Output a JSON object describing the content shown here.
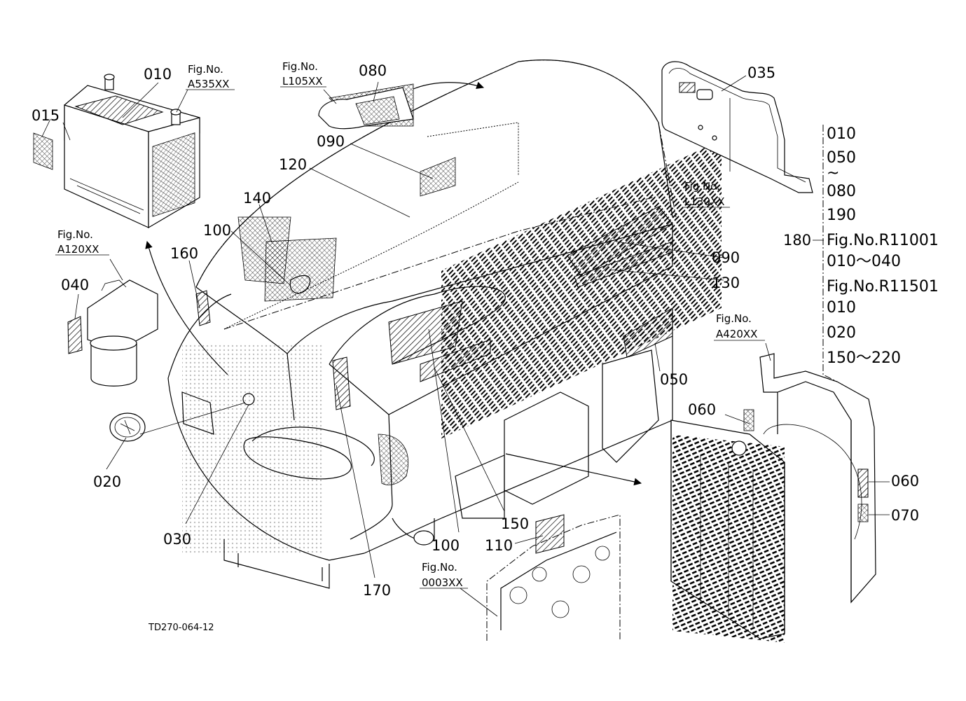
{
  "diagram": {
    "drawing_code": "TD270-064-12",
    "callouts": {
      "c010": "010",
      "c015": "015",
      "c020": "020",
      "c030": "030",
      "c035": "035",
      "c040": "040",
      "c050": "050",
      "c060a": "060",
      "c060b": "060",
      "c070": "070",
      "c080": "080",
      "c090a": "090",
      "c090b": "090",
      "c100a": "100",
      "c100b": "100",
      "c110": "110",
      "c120": "120",
      "c130": "130",
      "c140": "140",
      "c150": "150",
      "c160": "160",
      "c170": "170",
      "c180": "180"
    },
    "fig_refs": {
      "a535": {
        "label": "Fig.No.",
        "code": "A535XX"
      },
      "l105": {
        "label": "Fig.No.",
        "code": "L105XX"
      },
      "a120": {
        "label": "Fig.No.",
        "code": "A120XX"
      },
      "l130": {
        "label": "Fig.No.",
        "code": "L130XX"
      },
      "a420": {
        "label": "Fig.No.",
        "code": "A420XX"
      },
      "f0003": {
        "label": "Fig.No.",
        "code": "0003XX"
      }
    },
    "set_180": {
      "lines": [
        "010",
        "050",
        "~",
        "080",
        "190",
        "Fig.No.R11001",
        "010～040",
        "Fig.No.R11501",
        "010",
        "020",
        "150～220"
      ]
    }
  }
}
